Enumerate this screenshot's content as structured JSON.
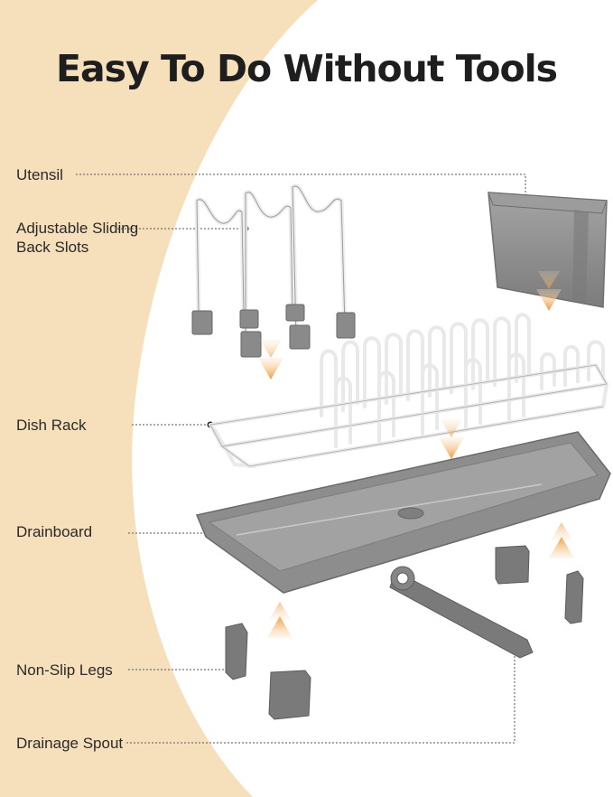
{
  "title": "Easy To Do Without Tools",
  "labels": {
    "utensil": "Utensil",
    "back_slots_line1": "Adjustable Sliding",
    "back_slots_line2": "Back Slots",
    "dish_rack": "Dish Rack",
    "drainboard": "Drainboard",
    "non_slip_legs": "Non-Slip Legs",
    "drainage_spout": "Drainage Spout"
  },
  "colors": {
    "background": "#ffffff",
    "accent_beige": "#f6dfbb",
    "arrow_orange": "#f0a24a",
    "part_gray": "#8a8a8a",
    "wire_white": "#f4f4f4",
    "text": "#1e1e1e"
  }
}
